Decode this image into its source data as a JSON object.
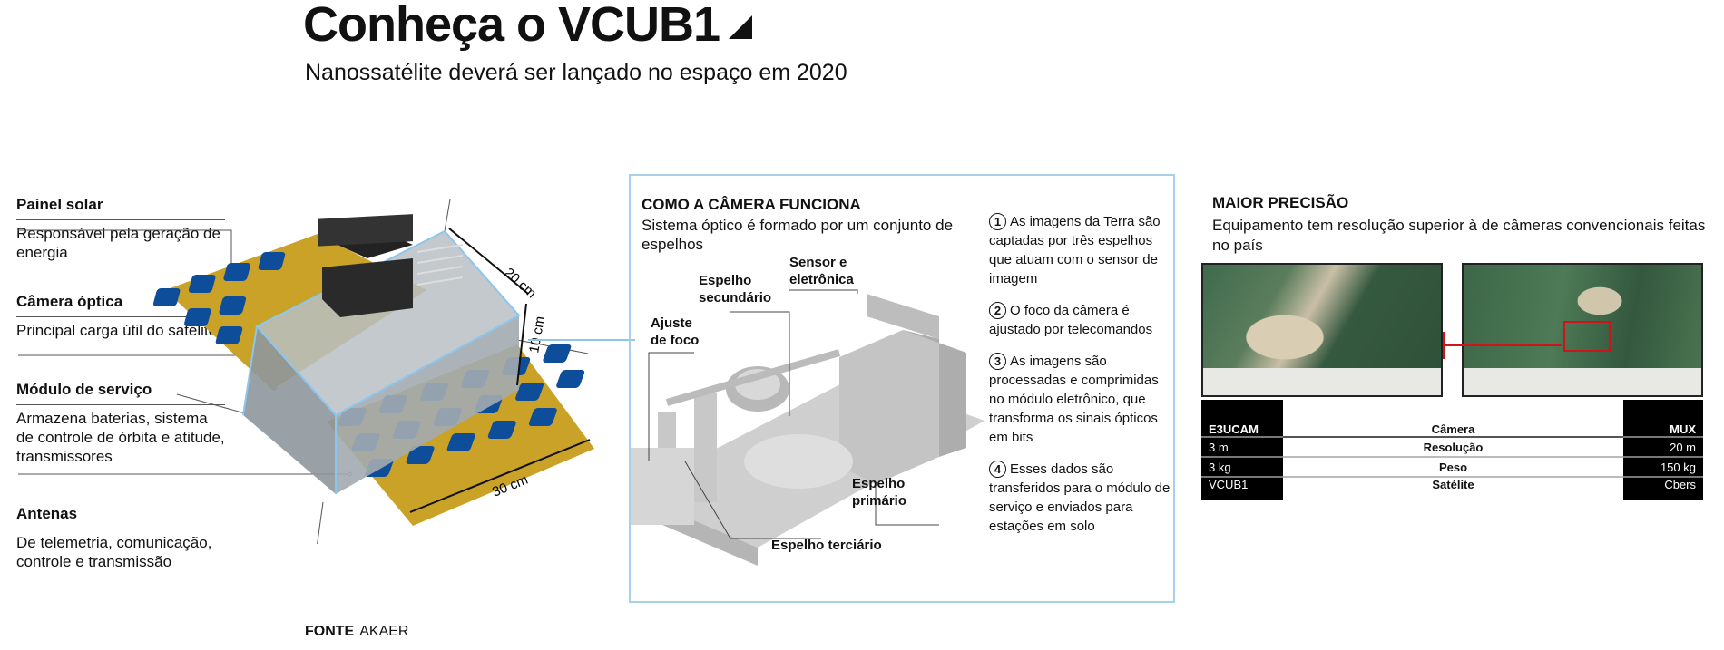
{
  "header": {
    "title": "Conheça o VCUB1",
    "subtitle": "Nanossatélite deverá ser lançado no espaço em 2020"
  },
  "satellite": {
    "labels": [
      {
        "title": "Painel solar",
        "text": "Responsável pela geração de energia"
      },
      {
        "title": "Câmera óptica",
        "text": "Principal carga útil do satélite"
      },
      {
        "title": "Módulo de serviço",
        "text": "Armazena baterias, sistema de controle de órbita e atitude, transmissores"
      },
      {
        "title": "Antenas",
        "text": "De telemetria, comunicação, controle e transmissão"
      }
    ],
    "dimensions": {
      "depth": "20 cm",
      "height": "10 cm",
      "width": "30 cm"
    },
    "colors": {
      "panel": "#c9a227",
      "cell": "#0d4d9a",
      "body": "#9aa3a8",
      "outline": "#8cc6ef"
    }
  },
  "camera": {
    "heading": "COMO A CÂMERA FUNCIONA",
    "subheading": "Sistema óptico é formado por um conjunto de espelhos",
    "parts": {
      "sensor": "Sensor e eletrônica",
      "secondary": "Espelho secundário",
      "focus": "Ajuste de foco",
      "primary": "Espelho primário",
      "tertiary": "Espelho terciário"
    },
    "steps": [
      {
        "n": "1",
        "text": "As imagens da Terra são captadas por três espelhos que atuam com o sensor de imagem"
      },
      {
        "n": "2",
        "text": "O foco da câmera é ajustado por telecomandos"
      },
      {
        "n": "3",
        "text": "As imagens são processadas e comprimidas no módulo eletrônico, que transforma os sinais ópticos em bits"
      },
      {
        "n": "4",
        "text": "Esses dados são transferidos para o módulo de serviço e enviados para estações em solo"
      }
    ]
  },
  "precision": {
    "heading": "MAIOR PRECISÃO",
    "subheading": "Equipamento tem resolução superior à de câmeras convencionais feitas no país",
    "highlight_color": "#d0121b",
    "table": {
      "left_header": "E3UCAM",
      "right_header": "MUX",
      "rows": [
        {
          "label": "Câmera",
          "left": "E3UCAM",
          "right": "MUX"
        },
        {
          "label": "Resolução",
          "left": "3 m",
          "right": "20 m"
        },
        {
          "label": "Peso",
          "left": "3 kg",
          "right": "150 kg"
        },
        {
          "label": "Satélite",
          "left": "VCUB1",
          "right": "Cbers"
        }
      ]
    }
  },
  "source": {
    "label": "FONTE",
    "value": "AKAER"
  }
}
